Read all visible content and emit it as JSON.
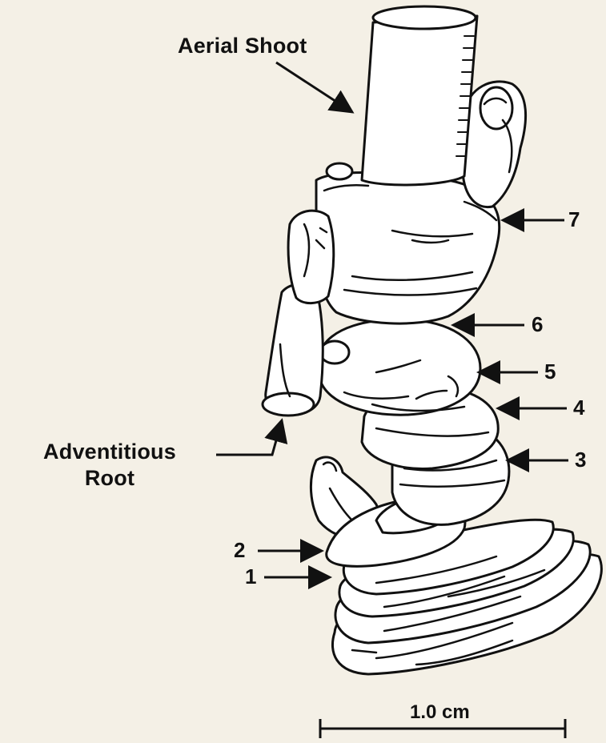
{
  "labels": {
    "aerial_shoot": "Aerial Shoot",
    "adventitious_root_line1": "Adventitious",
    "adventitious_root_line2": "Root",
    "scale_bar": "1.0 cm"
  },
  "node_numbers": [
    "1",
    "2",
    "3",
    "4",
    "5",
    "6",
    "7"
  ],
  "colors": {
    "background": "#f4f0e6",
    "ink": "#111111",
    "fill": "#ffffff"
  }
}
